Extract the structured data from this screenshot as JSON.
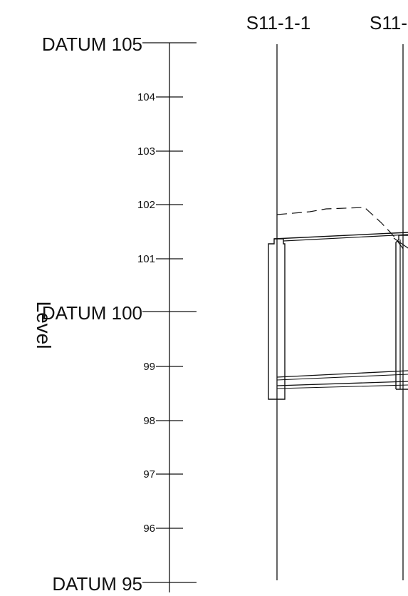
{
  "axis": {
    "title": "Level",
    "datum_levels": [
      {
        "level": 105,
        "label": "DATUM 105"
      },
      {
        "level": 100,
        "label": "DATUM 100"
      },
      {
        "level": 95,
        "label": "DATUM 95"
      }
    ],
    "minor_levels": [
      {
        "level": 104,
        "label": "104"
      },
      {
        "level": 103,
        "label": "103"
      },
      {
        "level": 102,
        "label": "102"
      },
      {
        "level": 101,
        "label": "101"
      },
      {
        "level": 99,
        "label": "99"
      },
      {
        "level": 98,
        "label": "98"
      },
      {
        "level": 97,
        "label": "97"
      },
      {
        "level": 96,
        "label": "96"
      }
    ]
  },
  "sections": [
    {
      "label": "S11-1-1"
    },
    {
      "label": "S11-"
    }
  ],
  "colors": {
    "line": "#111111",
    "background": "#ffffff"
  }
}
